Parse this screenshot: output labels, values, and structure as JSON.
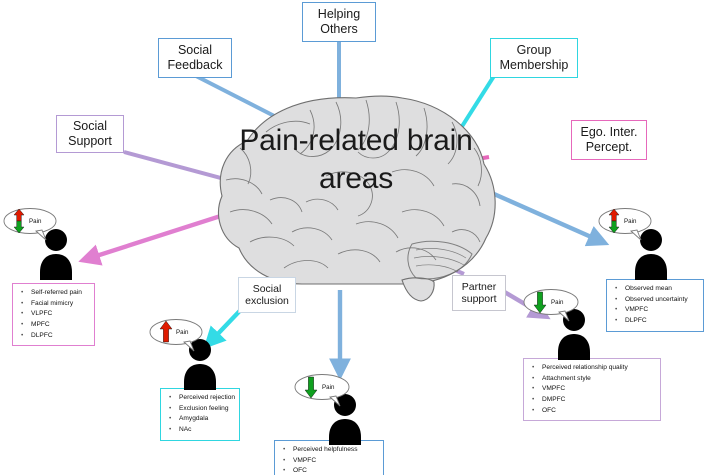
{
  "center": {
    "title_line1": "Pain-related",
    "title_line2": "brain areas",
    "icon": "brain-illustration"
  },
  "factor_nodes": [
    {
      "id": "helping-others",
      "label_line1": "Helping",
      "label_line2": "Others",
      "border_color": "#5b9bd5"
    },
    {
      "id": "social-feedback",
      "label_line1": "Social",
      "label_line2": "Feedback",
      "border_color": "#5b9bd5"
    },
    {
      "id": "group-membership",
      "label_line1": "Group",
      "label_line2": "Membership",
      "border_color": "#2fd6e0"
    },
    {
      "id": "social-support",
      "label_line1": "Social",
      "label_line2": "Support",
      "border_color": "#b49ad4"
    },
    {
      "id": "ego-inter-percept",
      "label_line1": "Ego. Inter.",
      "label_line2": "Percept.",
      "border_color": "#e668bb"
    },
    {
      "id": "social-exclusion",
      "label_line1": "Social",
      "label_line2": "exclusion",
      "border_color": "#2fd6e0"
    },
    {
      "id": "partner-support",
      "label_line1": "Partner",
      "label_line2": "support",
      "border_color": "#b9b9c4"
    }
  ],
  "outcomes": [
    {
      "id": "social-support-outcome",
      "pain_direction": "up-down",
      "pain_label": "Pain",
      "border_color": "#e07fd0",
      "items": [
        "Self-referred pain",
        "Facial mimicry",
        "VLPFC",
        "MPFC",
        "DLPFC"
      ]
    },
    {
      "id": "social-exclusion-outcome",
      "pain_direction": "up",
      "pain_label": "Pain",
      "border_color": "#2fd6e0",
      "items": [
        "Perceived rejection",
        "Exclusion feeling",
        "Amygdala",
        "NAc"
      ]
    },
    {
      "id": "helping-others-outcome",
      "pain_direction": "down",
      "pain_label": "Pain",
      "border_color": "#5b9bd5",
      "items": [
        "Perceived helpfulness",
        "VMPFC",
        "OFC"
      ]
    },
    {
      "id": "partner-support-outcome",
      "pain_direction": "down",
      "pain_label": "Pain",
      "border_color": "#c6a8d8",
      "items": [
        "Perceived relationship quality",
        "Attachment style",
        "VMPFC",
        "DMPFC",
        "OFC"
      ]
    },
    {
      "id": "ego-percept-outcome",
      "pain_direction": "up-down",
      "pain_label": "Pain",
      "border_color": "#5b9bd5",
      "items": [
        "Observed mean",
        "Observed uncertainty",
        "VMPFC",
        "DLPFC"
      ]
    }
  ],
  "colors": {
    "blue": "#7fb1dd",
    "cyan": "#33dbe6",
    "purple": "#b49ad4",
    "pink": "#e668bb",
    "brain_fill": "#dededf",
    "brain_stroke": "#6f6f6f",
    "arrow_up": "#e01b00",
    "arrow_down": "#0fa01f"
  }
}
